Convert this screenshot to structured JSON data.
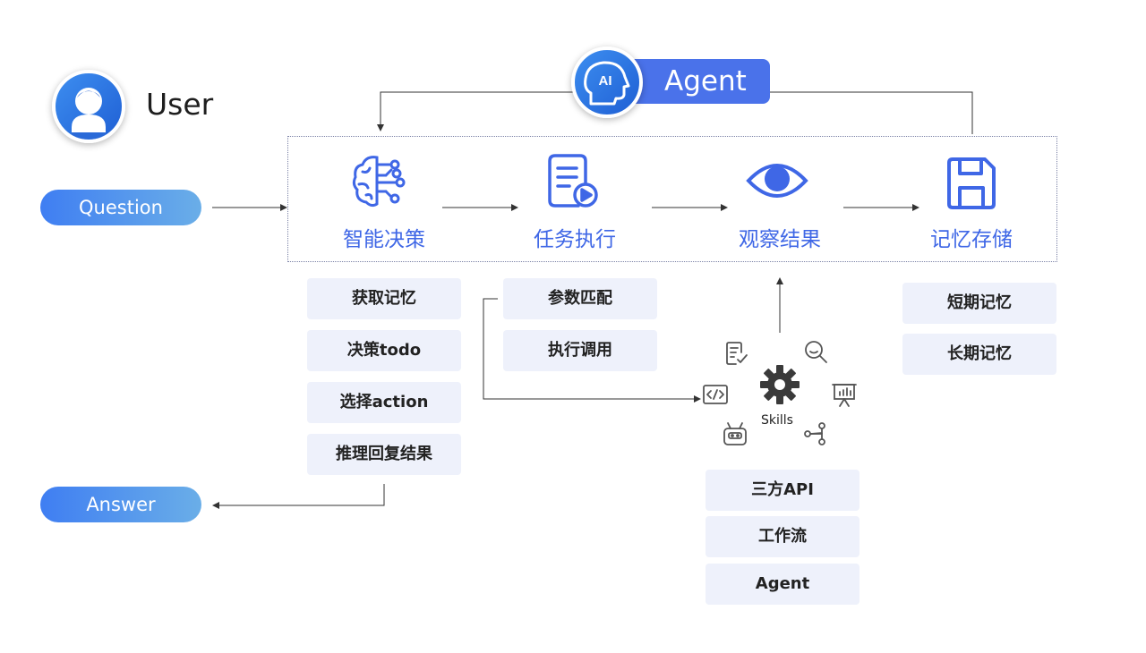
{
  "user": {
    "title": "User"
  },
  "question_label": "Question",
  "answer_label": "Answer",
  "agent": {
    "badge_icon_text": "AI",
    "label": "Agent"
  },
  "steps": [
    {
      "label": "智能决策",
      "icon": "brain-circuit-icon"
    },
    {
      "label": "任务执行",
      "icon": "document-play-icon"
    },
    {
      "label": "观察结果",
      "icon": "eye-icon"
    },
    {
      "label": "记忆存储",
      "icon": "save-disk-icon"
    }
  ],
  "decision_items": [
    "获取记忆",
    "决策todo",
    "选择action",
    "推理回复结果"
  ],
  "execution_items": [
    "参数匹配",
    "执行调用"
  ],
  "memory_items": [
    "短期记忆",
    "长期记忆"
  ],
  "skills": {
    "label": "Skills",
    "icons": [
      "checklist-icon",
      "search-icon",
      "code-icon",
      "presentation-chart-icon",
      "robot-icon",
      "workflow-icon",
      "gear-icon"
    ],
    "items": [
      "三方API",
      "工作流",
      "Agent"
    ]
  },
  "colors": {
    "accent": "#3f67e6",
    "pill_start": "#3f7ef2",
    "pill_end": "#6aaee8",
    "badge": "#4a72ea",
    "box_bg": "#eef1fb"
  }
}
